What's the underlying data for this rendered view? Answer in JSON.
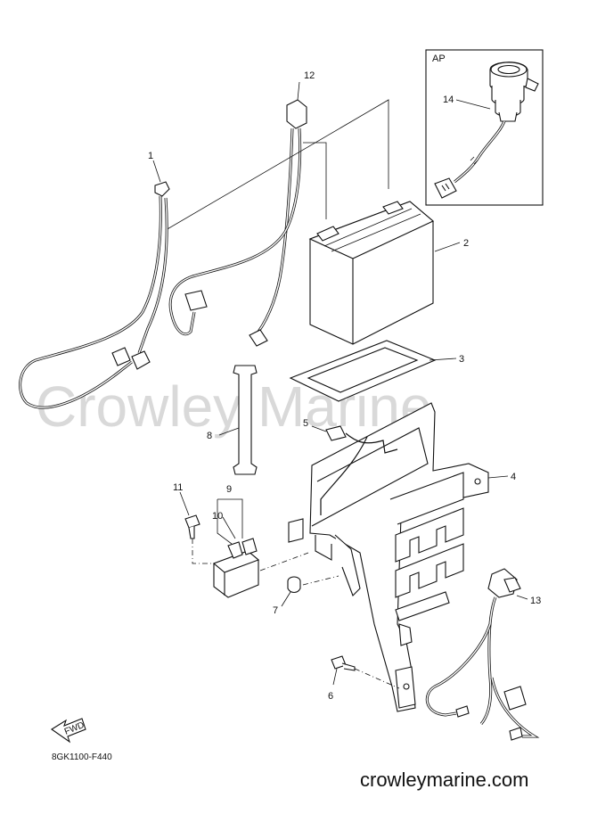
{
  "watermark": "Crowley Marine",
  "footer": {
    "website": "crowleymarine.com",
    "diagram_code": "8GK1100-F440"
  },
  "inset": {
    "label": "AP"
  },
  "fwd_arrow": {
    "label": "FWD"
  },
  "callouts": [
    {
      "id": "1",
      "label": "1"
    },
    {
      "id": "2",
      "label": "2"
    },
    {
      "id": "3",
      "label": "3"
    },
    {
      "id": "4",
      "label": "4"
    },
    {
      "id": "5",
      "label": "5"
    },
    {
      "id": "6",
      "label": "6"
    },
    {
      "id": "7",
      "label": "7"
    },
    {
      "id": "8",
      "label": "8"
    },
    {
      "id": "9",
      "label": "9"
    },
    {
      "id": "10",
      "label": "10"
    },
    {
      "id": "11",
      "label": "11"
    },
    {
      "id": "12",
      "label": "12"
    },
    {
      "id": "13",
      "label": "13"
    },
    {
      "id": "14",
      "label": "14"
    }
  ]
}
